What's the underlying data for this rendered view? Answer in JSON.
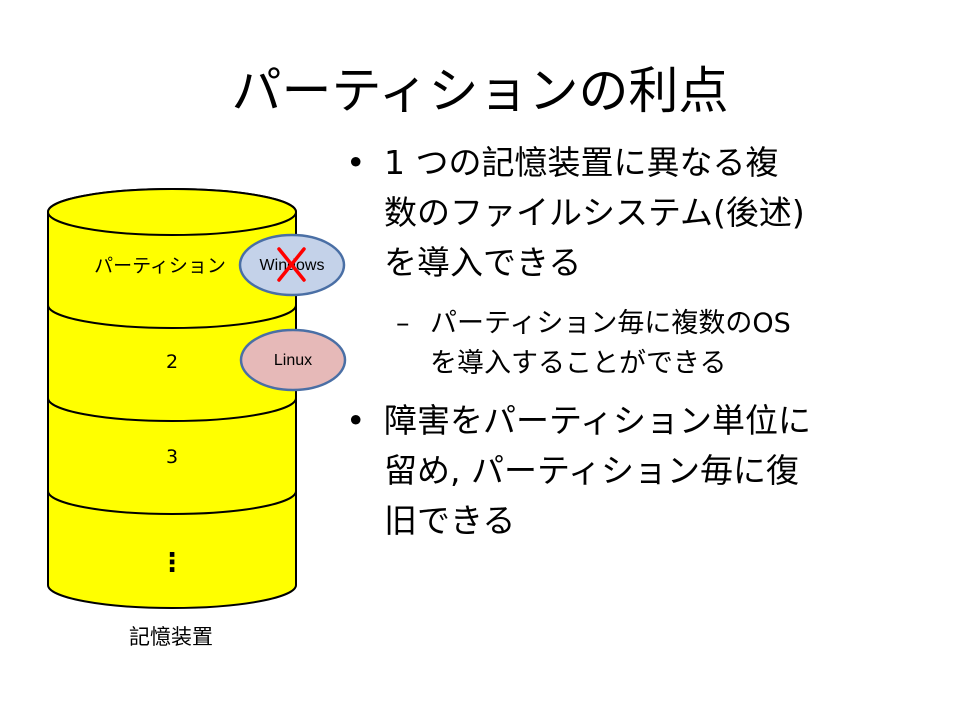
{
  "slide": {
    "title": "パーティションの利点"
  },
  "bullets": [
    {
      "mark": "•",
      "lines": [
        "1 つの記憶装置に異なる複",
        "数のファイルシステム(後述)",
        "を導入できる"
      ]
    },
    {
      "mark": "•",
      "lines": [
        "障害をパーティション単位に",
        "留め, パーティション毎に復",
        "旧できる"
      ]
    }
  ],
  "sub_bullets": [
    {
      "mark": "–",
      "lines": [
        "パーティション毎に複数のOS",
        "を導入することができる"
      ]
    }
  ],
  "diagram": {
    "partitions": [
      {
        "label": "パーティション"
      },
      {
        "label": "2"
      },
      {
        "label": "3"
      },
      {
        "label": "⋮"
      }
    ],
    "os_badges": [
      {
        "label": "Windows",
        "fill": "#c4d2e9",
        "crossed": true
      },
      {
        "label": "Linux",
        "fill": "#e6b9b8",
        "crossed": false
      }
    ],
    "caption": "記憶装置",
    "colors": {
      "cylinder_fill": "#ffff00",
      "outline": "#000000",
      "badge_outline": "#4a6fa5",
      "cross": "#ff0000"
    }
  }
}
